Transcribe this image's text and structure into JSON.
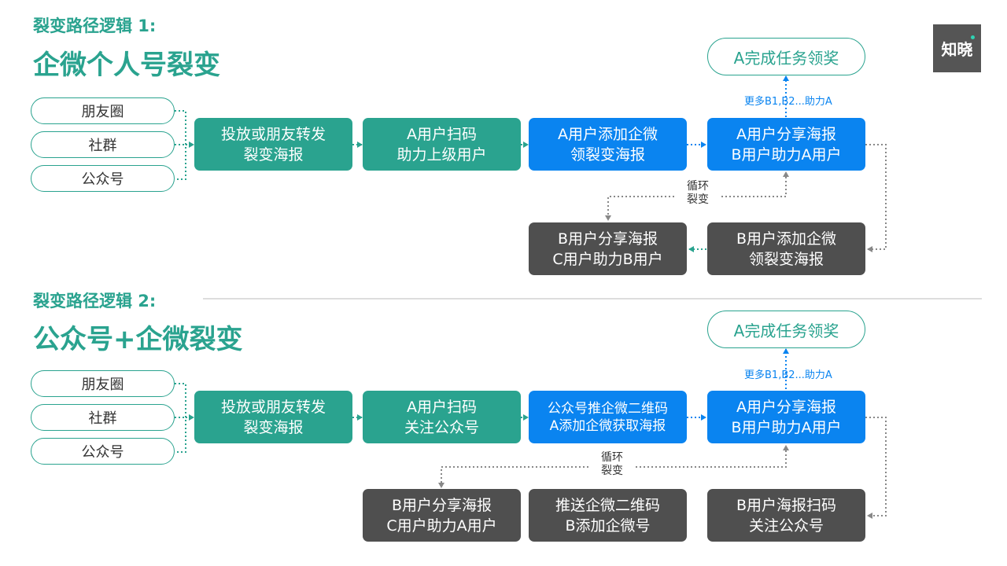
{
  "brand": {
    "logo_text": "知晓"
  },
  "section1": {
    "label": "裂变路径逻辑 1:",
    "title": "企微个人号裂变",
    "channels": [
      "朋友圈",
      "社群",
      "公众号"
    ],
    "step1": [
      "投放或朋友转发",
      "裂变海报"
    ],
    "step2": [
      "A用户扫码",
      "助力上级用户"
    ],
    "step3": [
      "A用户添加企微",
      "领裂变海报"
    ],
    "step4": [
      "A用户分享海报",
      "B用户助力A用户"
    ],
    "reward": "A完成任务领奖",
    "more_note": "更多B1,B2...助力A",
    "loop_note": [
      "循环",
      "裂变"
    ],
    "step5": [
      "B用户添加企微",
      "领裂变海报"
    ],
    "step6": [
      "B用户分享海报",
      "C用户助力B用户"
    ]
  },
  "section2": {
    "label": "裂变路径逻辑 2:",
    "title": "公众号+企微裂变",
    "channels": [
      "朋友圈",
      "社群",
      "公众号"
    ],
    "step1": [
      "投放或朋友转发",
      "裂变海报"
    ],
    "step2": [
      "A用户扫码",
      "关注公众号"
    ],
    "step3": [
      "公众号推企微二维码",
      "A添加企微获取海报"
    ],
    "step4": [
      "A用户分享海报",
      "B用户助力A用户"
    ],
    "reward": "A完成任务领奖",
    "more_note": "更多B1,B2...助力A",
    "loop_note": [
      "循环",
      "裂变"
    ],
    "step5": [
      "B用户海报扫码",
      "关注公众号"
    ],
    "step6": [
      "推送企微二维码",
      "B添加企微号"
    ],
    "step7": [
      "B用户分享海报",
      "C用户助力A用户"
    ]
  },
  "colors": {
    "teal": "#2aa38f",
    "blue": "#0a84f0",
    "dark": "#4f4f4f"
  }
}
